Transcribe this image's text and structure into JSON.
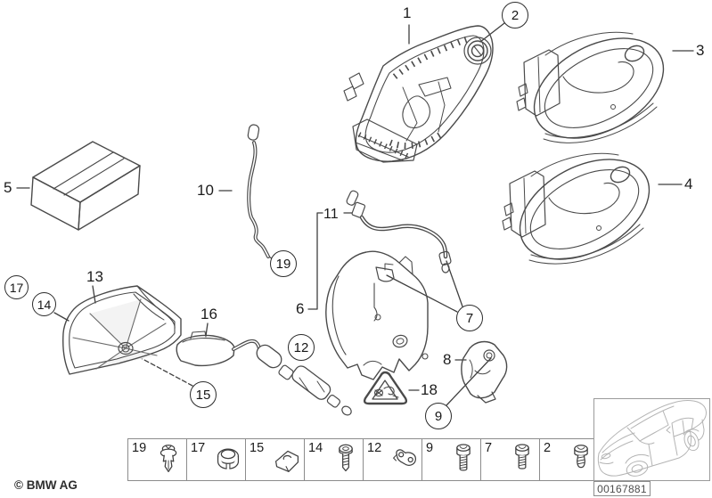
{
  "callouts": {
    "plain": [
      {
        "label": "1"
      },
      {
        "label": "3"
      },
      {
        "label": "4"
      },
      {
        "label": "5"
      },
      {
        "label": "6"
      },
      {
        "label": "8"
      },
      {
        "label": "10"
      },
      {
        "label": "11"
      },
      {
        "label": "13"
      },
      {
        "label": "16"
      },
      {
        "label": "18"
      }
    ],
    "circled": [
      {
        "label": "2"
      },
      {
        "label": "7"
      },
      {
        "label": "9"
      },
      {
        "label": "12"
      },
      {
        "label": "14"
      },
      {
        "label": "15"
      },
      {
        "label": "17"
      },
      {
        "label": "19"
      }
    ]
  },
  "strip": {
    "cells": [
      {
        "label": "19",
        "icon": "expansion-rivet-icon"
      },
      {
        "label": "17",
        "icon": "grommet-icon"
      },
      {
        "label": "15",
        "icon": "clip-nut-icon"
      },
      {
        "label": "14",
        "icon": "pan-head-screw-icon"
      },
      {
        "label": "12",
        "icon": "retainer-clip-icon"
      },
      {
        "label": "9",
        "icon": "socket-head-screw-icon"
      },
      {
        "label": "7",
        "icon": "socket-head-screw-icon"
      },
      {
        "label": "2",
        "icon": "stub-screw-icon"
      }
    ]
  },
  "footer": {
    "copyright": "© BMW AG",
    "diagram_code": "00167881"
  },
  "colors": {
    "background": "#ffffff",
    "line": "#4a4a4a",
    "label_text": "#1c1c1c",
    "table_border": "#8c8c8c",
    "car_line": "#b4b4b4",
    "code_text": "#4d4d4d"
  }
}
